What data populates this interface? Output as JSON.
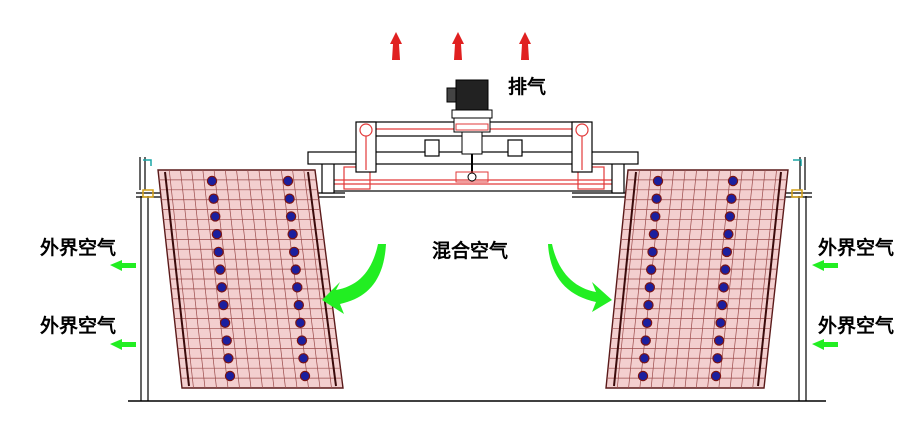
{
  "labels": {
    "exhaust": "排气",
    "mixed_air": "混合空气",
    "outside_air": "外界空气"
  },
  "colors": {
    "structure": "#000000",
    "fill_media": "#f3cfcf",
    "grid_line": "#9a4a4a",
    "nozzle": "#1b1f9e",
    "nozzle_edge": "#7a1414",
    "exhaust_arrow": "#e02020",
    "air_arrow": "#22ee22",
    "frame_accent": "#e23a3a",
    "frame_detail": "#1aa6a6"
  },
  "icons": {
    "exhaust_arrow": "red-up-arrow-icon",
    "inflow_arrow": "green-left-arrow-icon",
    "mixed_flow": "green-curved-arrow-icon",
    "motor": "fan-motor-icon",
    "nozzle": "spray-nozzle-icon"
  }
}
